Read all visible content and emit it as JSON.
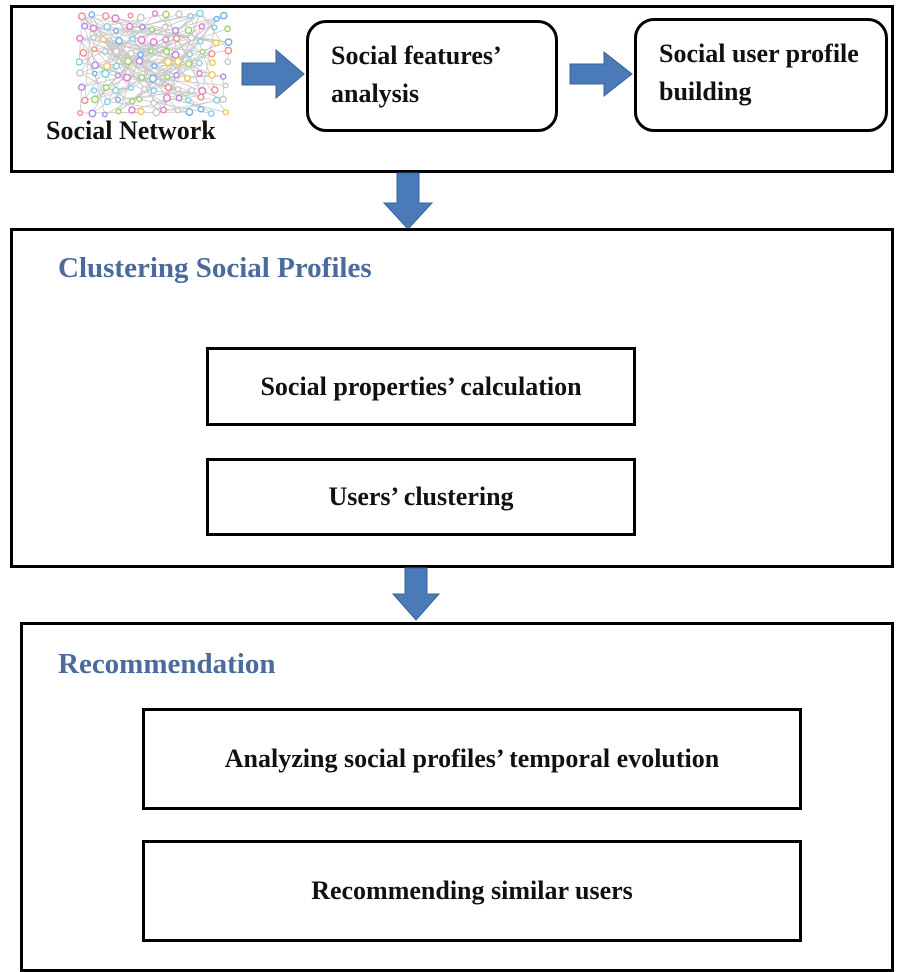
{
  "top_section": {
    "network_caption": "Social Network",
    "step1_label": "Social features’ analysis",
    "step2_label": "Social user profile building"
  },
  "clustering": {
    "title": "Clustering Social Profiles",
    "step1_label": "Social properties’ calculation",
    "step2_label": "Users’ clustering"
  },
  "recommendation": {
    "title": "Recommendation",
    "step1_label": "Analyzing social profiles’ temporal evolution",
    "step2_label": "Recommending similar users"
  },
  "colors": {
    "arrow": "#4a7ab8",
    "section_title": "#4a6b9c"
  },
  "icons": {
    "network": "social-network-graph-icon"
  }
}
